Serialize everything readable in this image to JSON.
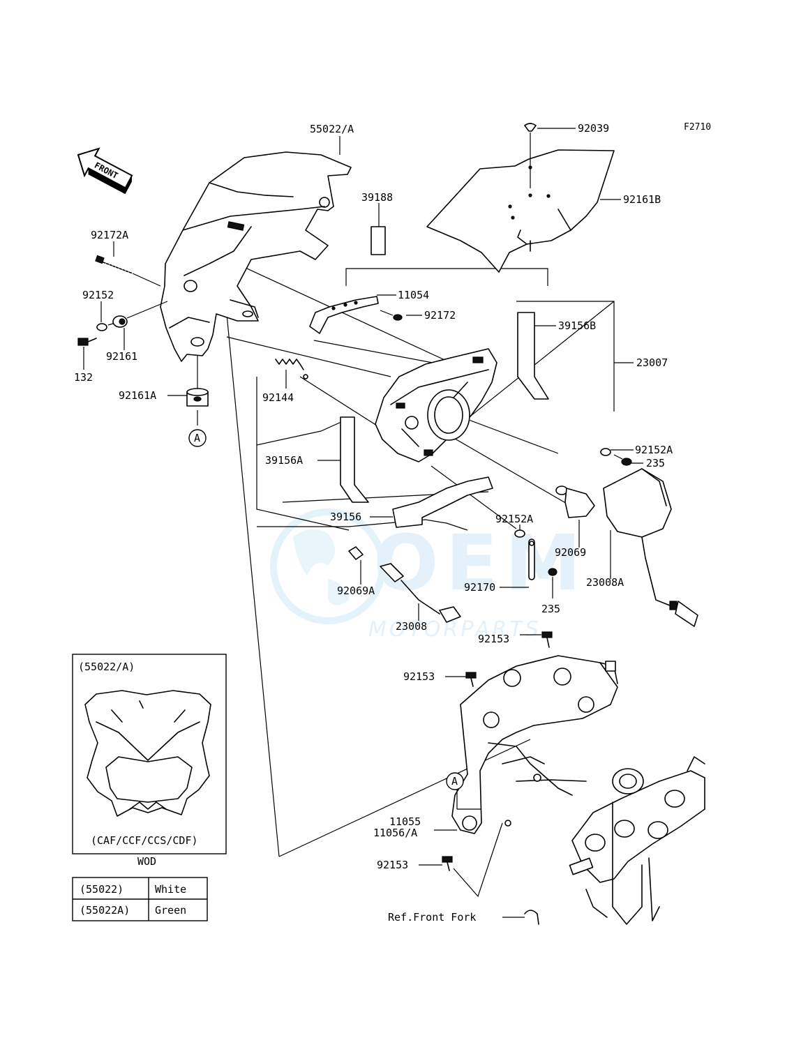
{
  "figure_code": "F2710",
  "front_label": "FRONT",
  "watermark": {
    "brand": "OEM",
    "sub": "MOTORPARTS",
    "color": "#5aaee0"
  },
  "callouts": {
    "c55022a": "55022/A",
    "c92039": "92039",
    "c92161b": "92161B",
    "c39188": "39188",
    "c92172a": "92172A",
    "c11054": "11054",
    "c92172": "92172",
    "c92152": "92152",
    "c92161": "92161",
    "c132": "132",
    "c39156b": "39156B",
    "c23007": "23007",
    "c92161a": "92161A",
    "c92144": "92144",
    "cA1": "A",
    "c39156a": "39156A",
    "c92152a_1": "92152A",
    "c235_1": "235",
    "c39156": "39156",
    "c92152a_2": "92152A",
    "c92069": "92069",
    "c23008a": "23008A",
    "c92069a": "92069A",
    "c92170": "92170",
    "c235_2": "235",
    "c23008": "23008",
    "c92153_1": "92153",
    "c92153_2": "92153",
    "cA2": "A",
    "c11055": "11055",
    "c11056a": "11056/A",
    "c92153_3": "92153",
    "ref_front_fork": "Ref.Front Fork"
  },
  "inset": {
    "title": "(55022/A)",
    "models": "(CAF/CCF/CCS/CDF)",
    "caption": "WOD"
  },
  "color_table": [
    {
      "part": "(55022)",
      "color": "White"
    },
    {
      "part": "(55022A)",
      "color": "Green"
    }
  ]
}
